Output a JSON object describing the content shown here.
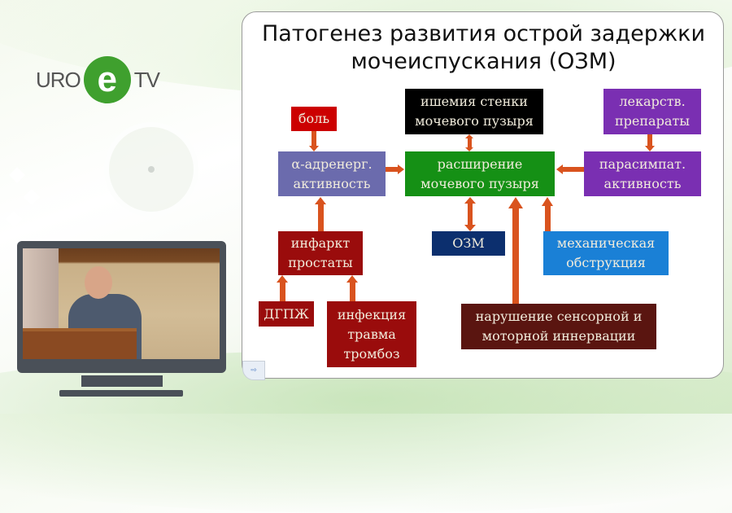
{
  "brand": {
    "logo_left": "URO",
    "logo_mark": "e",
    "logo_right": "TV",
    "accent_color": "#3fa02e"
  },
  "video_panel": {
    "description": "speaker at podium video feed"
  },
  "slide": {
    "title_line1": "Патогенез развития острой задержки",
    "title_line2": "мочеиспускания (ОЗМ)",
    "boxes": {
      "pain": {
        "label": "боль",
        "color": "#cc0000"
      },
      "alpha": {
        "label": "α-адренерг.\nактивность",
        "color": "#6b6bad"
      },
      "ischemia": {
        "label": "ишемия стенки\nмочевого пузыря",
        "color": "#000000"
      },
      "distension": {
        "label": "расширение\nмочевого пузыря",
        "color": "#159015"
      },
      "drugs": {
        "label": "лекарств.\nпрепараты",
        "color": "#7a2fb2"
      },
      "parasymp": {
        "label": "парасимпат.\nактивность",
        "color": "#7a2fb2"
      },
      "infarct": {
        "label": "инфаркт\nпростаты",
        "color": "#9a0c0c"
      },
      "bph": {
        "label": "ДГПЖ",
        "color": "#9a0c0c"
      },
      "infection": {
        "label": "инфекция\nтравма\nтромбоз",
        "color": "#9a0c0c"
      },
      "aur": {
        "label": "ОЗМ",
        "color": "#0c2f6e"
      },
      "mechanical": {
        "label": "механическая\nобструкция",
        "color": "#1a80d6"
      },
      "neuro": {
        "label": "нарушение сенсорной и\nмоторной иннервации",
        "color": "#5a1510"
      }
    },
    "arrow_color": "#d9531e",
    "thumbnail_icon": "slide-nav-icon"
  }
}
